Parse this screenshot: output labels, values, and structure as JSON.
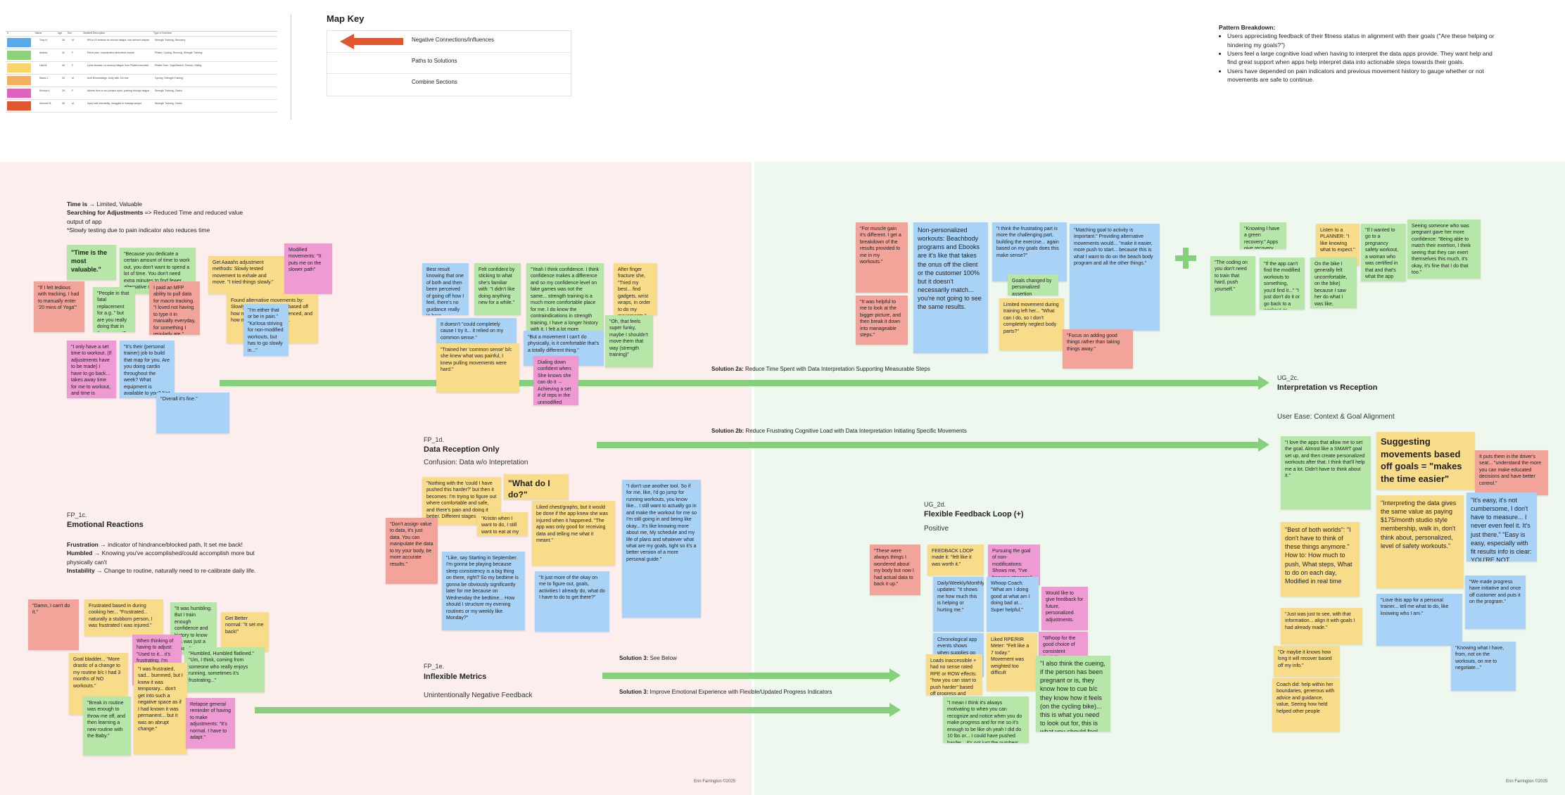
{
  "table": {
    "headers": [
      "#",
      "Name",
      "Age",
      "Sex",
      "Detailed Description",
      "Type of Exercise"
    ],
    "rows": [
      {
        "color": "#5aa9e6",
        "cells": [
          "",
          "Tony H.",
          "26",
          "M",
          "RR to 20 reviews for chronic fatigue, had defined relapse",
          "Strength Training, Recovery"
        ]
      },
      {
        "color": "#8fd17a",
        "cells": [
          "",
          "Andrea",
          "32",
          "F",
          "Pelvic pain, uncontrolled abdominal muscle",
          "Pilates, Cycling, Running, Strength Training"
        ]
      },
      {
        "color": "#f7d56b",
        "cells": [
          "",
          "Lisa M.",
          "45",
          "F",
          "Lyme disease, no sensory fatigue from Pilates exercises",
          "Pilates Tone, Yoga/Stretch, Peloton, Hiking"
        ]
      },
      {
        "color": "#f2b05e",
        "cells": [
          "",
          "Marko L.",
          "34",
          "M",
          "Avid fit knowledge, body after 18 runs",
          "Cycling, Strength Training"
        ]
      },
      {
        "color": "#e062bf",
        "cells": [
          "",
          "Monica K.",
          "29",
          "F",
          "Athlete from a non-contact sport, pushing through fatigue",
          "Strength Training, Cardio"
        ]
      },
      {
        "color": "#e1552f",
        "cells": [
          "",
          "Kenneth B.",
          "36",
          "M",
          "Injury with immobility, struggles to manage weight",
          "Strength Training, Cardio"
        ]
      }
    ]
  },
  "map_key": {
    "title": "Map Key",
    "items": [
      "Negative Connections/Influences",
      "Paths to Solutions",
      "Combine Sections"
    ]
  },
  "pattern": {
    "title": "Pattern Breakdown:",
    "bullets": [
      "Users appreciating feedback of their fitness status in alignment with their goals (\"Are these helping or hindering my goals?\")",
      "Users feel a large cognitive load when having to interpret the data apps provide. They want help and find great support when apps help interpret data into actionable steps towards their goals.",
      "Users have depended on pain indicators and previous movement history to gauge whether or not movements are safe to continue."
    ]
  },
  "time": {
    "line1_bold": "Time is",
    "line1": " → Limited, Valuable",
    "line2_bold": "Searching for Adjustments",
    "line2": " => Reduced Time and reduced value output of app",
    "line3": "*Slowly testing due to pain indicator also reduces time"
  },
  "fp1c": {
    "label": "FP_1c.",
    "title": "Emotional Reactions",
    "f_bold": "Frustration",
    "f": " → indicator of hindrance/blocked path, It set me back!",
    "h_bold": "Humbled",
    "h": " → Knowing you've accomplished/could accomplish more but physically can't",
    "i_bold": "Instability",
    "i": " → Change to routine, naturally need to re-calibrate daily life."
  },
  "fp1d": {
    "label": "FP_1d.",
    "title": "Data Reception Only",
    "sub": "Confusion: Data w/o Intepretation"
  },
  "fp1e": {
    "label": "FP_1e.",
    "title": "Inflexible Metrics",
    "sub": "Unintentionally Negative Feedback"
  },
  "ug2c": {
    "label": "UG_2c.",
    "title": "Interpretation vs Reception",
    "sub": "User Ease: Context & Goal Alignment"
  },
  "ug2d": {
    "label": "UG_2d.",
    "title": "Flexible Feedback Loop (+)",
    "sub": "Positive"
  },
  "solutions": {
    "s2a_bold": "Solution 2a:",
    "s2a": " Reduce Time Spent with Data Interpretation Supporting Measurable Steps",
    "s2b_bold": "Solution 2b:",
    "s2b": " Reduce Frustrating Cognitive Load with Data Interpretation Initiating Specific Movements",
    "s3a_bold": "Solution 3:",
    "s3a": " See Below",
    "s3b_bold": "Solution 3:",
    "s3b": " Improve Emotional Experience with Flexible/Updated Progress Indicators"
  },
  "credit": "Erin Farrington ©2025",
  "notes": {
    "n01": "\"Time is the most valuable.\"",
    "n02": "\"Because you dedicate a certain amount of time to work out, you don't want to spend a lot of time. You don't need extra minutes to find fewer alternative movements.\"",
    "n03": "\"If I felt tedious with tracking, I had to manually enter '20 mins of Yoga'\"",
    "n04": "\"People in that fatal replacement for a.g..\" but are you really doing that in the moment? Probably not.\"",
    "n05": "I paid an MFP ability to pull data for macro tracking. \"I loved not having to type it in manually everyday, for something I regularly ate.\"",
    "n06": "Get Aaaahs adjustment methods: Slowly tested movement to exhale and move. \"I tried things slowly.\"",
    "n07": "Modified movements: \"It puts me on the slower path\"",
    "n08": "\"I only have a set time to workout. (If adjustments have to be made) I have to go back... takes away time for me to workout, and time is important in the morning.\"",
    "n09": "\"It's their (personal trainer) job to build that map for you. Are you doing cardio throughout the week? What equipment is available to you? Not having that is what takes more time to figure out.\"",
    "n10": "Found alternative movements by: Slowly tested movements based off how much pain she experienced, and how much energy she had.",
    "n11": "\"I'm either that or be in pain.\" \"Ka'losa striving for non-modified workouts, but has to go slowly in...\"",
    "n12": "\"Overall it's fine.\"",
    "n13": "Best result knowing that one of both and then been perceived of going off how I feel, there's no guidance really in here.",
    "n14": "Felt confident by sticking to what she's familiar with: \"I didn't like doing anything new for a while.\"",
    "n15": "\"Yeah I think confidence. I think confidence makes a difference and so my confidence level on fake games was not the same... strength training is a much more comfortable place for me. I do know the contraindications in strength training, I have a longer history with it, I felt a lot more comfortable pushing my limits.\"",
    "n16": "After finger fracture she, \"Tried my best... find gadgets, wrist wraps, in order to do my movements.\"",
    "n17": "It doesn't \"could completely cause I try it... it relied on my common sense.\"",
    "n18": "\"Trained her 'common sense' b/c she knew what was painful, I knew pulling movements were hard.\"",
    "n19": "\"Oh, that feels super funky, maybe I shouldn't move them that way (strength training)\"",
    "n20": "\"But a movement I can't do physically, is it comfortable that's a totally different thing.\"",
    "n21": "Dialing down confident when: She knows she can do it → Achieving a set # of reps in the unmodified movement.",
    "n22": "\"Nothing with the 'could I have pushed this harder?' but then it becomes: I'm trying to figure out where comfortable and safe, and there's pain and doing it better. Different stages of pain.\"",
    "n23": "\"What do I do?\"",
    "n24": "Liked chest/graphs, but it would be done if the app knew she was injured when it happened. \"The app was only good for receiving data and telling me what it meant.\"",
    "n25": "\"Kristin when I want to do, I still want to eat at my muscle groups\"",
    "n26": "\"Don't assign value to data, it's just data. You can manipulate the data to try your body, be more accurate results.\"",
    "n27": "\"Like, say Starting in September. I'm gonna be playing because sleep consistency is a big thing on there, right? So my bedtime is gonna be obviously significantly later for me because on Wednesday the bedtime... How should I structure my evening routines or my weekly like Monday?\"",
    "n28": "\"It just more of the okay on me to figure out, goals, activities I already do, what do I have to do to get there?\"",
    "n29": "\"I don't use another tool. So if for me, like, I'd go jump for running workouts, you know like... I still want to actually go in and make the workout for me so I'm still going in and being like okay... It's like knowing more about me, My schedule and my life of plans and whatever what what are my goals, tight so it's a better version of a more personal guide.\"",
    "n30": "\"Damn, I can't do it.\"",
    "n31": "Frustrated based in during cooking her... \"Frustrated... naturally a stubborn person, I was frustrated I was injured.\"",
    "n32": "\"It was humbling. But I train enough confidence and history to know this was just a phase.\"",
    "n33": "Get Better normal: \"It set me back!\"",
    "n34": "Goal bladder... \"More drastic of a change to my routine b/c I had 3 months of NO workouts.\"",
    "n35": "When thinking of having to adjust: \"Used to it... it's frustrating. I'm pretty healthy, but I have mobility issues.\"",
    "n36": "\"Humbled, Humbled flatlined.\" \"Um, I think, coming from someone who really enjoys running, sometimes it's frustrating...\"",
    "n37": "\"Break in routine was enough to throw me off, and then learning a new routine with the Baby.\"",
    "n38": "\"I was frustrated, sad... bummed, but I knew it was temporary... don't get into such a negative space as if I had known it was permanent... but it was an abrupt change.\"",
    "n39": "Relapse general reminder of having to make adjustments: \"It's normal. I have to adapt.\"",
    "n40": "\"For muscle gain it's different. I get a breakdown of the results provided to me in my workouts.\"",
    "n41": "\"It was helpful to me to look at the bigger picture, and then break it down into manageable steps.\"",
    "n42": "Non-personalized workouts: Beachbody programs and Ebooks are it's like that takes the onus off the client or the customer 100% but it doesn't necessarily match... you're not going to see the same results.",
    "n43": "\"I think the frustrating part is more the challenging part, building the exercise... again based on my goals does this make sense?\"",
    "n44": "\"Matching goal to activity is important.\" Providing alternative movements would... \"make it easier, more push to start... because this is what I want to do on the beach body program and all the other things.\"",
    "n45": "Goals changed by personalized assertion",
    "n46": "Limited movement during training left her... \"What can I do, so I don't completely neglect body parts?\"",
    "n47": "\"Focus on adding good things rather than taking things away.\"",
    "n48": "\"Knowing I have a green recovery.\" Apps give recovery guidelines and affect confidence.",
    "n49": "\"The coding on you don't need to train that hard, push yourself.\"",
    "n50": "\"If the app can't find the modified workouts to something, you'd find it...\" \"I just don't do it or go back to a workout or trainer (movements or encouragement).\"",
    "n51": "Listen to a PLANNER: \"I like knowing what to expect.\"",
    "n52": "On the bike I generally felt uncomfortable, on the bike) because I saw her do what I was like, someone can do it.",
    "n53": "\"If I wanted to go to a pregnancy safety workout, a woman who was certified in that and that's what the app was all about.\"",
    "n54": "Seeing someone who was pregnant gave her more confidence: \"Being able to match their exertion, I think seeing that they can exert themselves this much, it's okay, it's fine that I do that too.\"",
    "n55": "\"I love the apps that allow me to set the goal. Almost like a SMART goal set up, and then create personalized workouts after that. I think that'll help me a lot. Didn't have to think about it.\"",
    "n56": "Suggesting movements based off goals = \"makes the time easier\"",
    "n57": "It puts them in the driver's seat... \"understand the more you can make educated decisions and have better control.\"",
    "n58": "\"Best of both worlds\": \"I don't have to think of these things anymore.\" How to: How much to push, What steps, What to do on each day, Modified in real time",
    "n59": "\"Interpreting the data gives the same value as paying $175/month studio style membership, walk in, don't think about, personalized, level of safety workouts.\"",
    "n60": "\"It's easy, it's not cumbersome, I don't have to measure... I never even feel it. It's just there.\" \"Easy is easy, especially with fit results info is clear: YOU'RE NOT INTERPRETING.\"",
    "n61": "\"Just was just to see, with that information... align it with goals I had already made.\"",
    "n62": "\"Love this app for a personal trainer... tell me what to do, like knowing who I am.\"",
    "n63": "\"Or maybe it knows how long it will recover based off my info.\"",
    "n64": "\"We made progress have initiative and once off customer and puts it on the program.\"",
    "n65": "\"Knowing what I have, from, not on the workouts, on me to negotiate...\"",
    "n66": "Coach did: help within her boundaries, generous with advice and guidance, value, Seeing how held helped other people",
    "n67": "\"These were always things I wondered about my body but now I had actual data to back it up.\"",
    "n68": "FEEDBACK LOOP made it: \"felt like it was worth it.\"",
    "n69": "Pursuing the goal of non-modifications: Shows me, \"I've become stronger.\"",
    "n70": "Daily/Weekly/Monthly updates: \"It shows me how much this is helping or hurting me.\"",
    "n71": "Whoop Coach: \"What am I doing good at what am I doing bad at... Super helpful.\"",
    "n72": "Would like to give feedback for future, personalized adjustments.",
    "n73": "Chronological app events shows when supplies go into the practices (health metrics).",
    "n74": "Liked RPE/RIR Meter: \"Felt like a 7 today.\" Movement was weighted too difficult",
    "n75": "Loads inaccessible + had no sense rated RPE or ROW effects: \"how you can start to push harder\" based off progress and status check ins.",
    "n76": "\"Whoop for the good choice of consistent flexibility movement with... \"FREEDOM OF CHOICE WITH CONFIDENCE\"",
    "n77": "\"I also think the cueing, if the person has been pregnant or is, they know how to cue b/c they know how it feels (on the cycling bike)... this is what you need to look out for, this is what you should feel and if you don't you should stop.\"",
    "n78": "\"I mean I think it's always motivating to when you can recognize and notice when you do make progress and for me so it's enough to be like oh yeah I did do 10 lbs or... I could have pushed harder... it's not just the numbers, it's motivating.\""
  }
}
